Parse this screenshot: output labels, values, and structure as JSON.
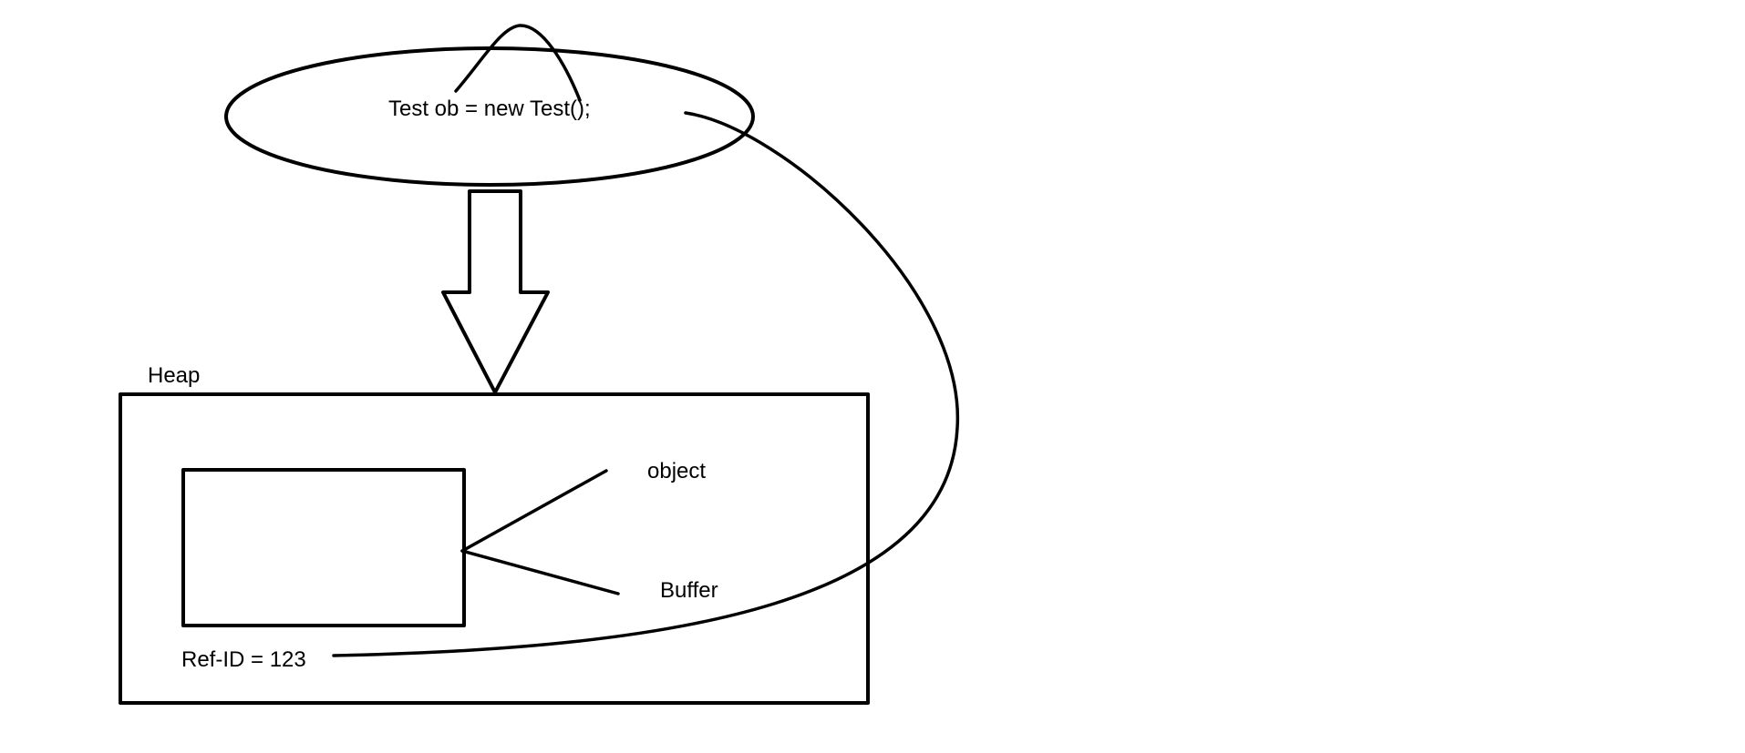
{
  "diagram": {
    "statement": "Test ob = new Test();",
    "heap_label": "Heap",
    "object_label": "object",
    "buffer_label": "Buffer",
    "ref_label": "Ref-ID = 123"
  }
}
